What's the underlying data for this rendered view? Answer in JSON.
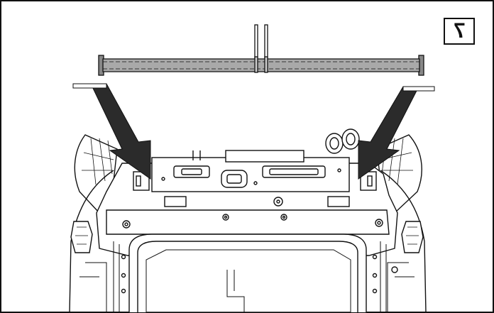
{
  "figure": {
    "step_number": "7",
    "colors": {
      "line": "#111111",
      "bar_fill": "#a9a9a9",
      "arrow_fill": "#2b2b2b",
      "paper": "#ffffff"
    },
    "icons": [
      "step-number-box",
      "rear-bumper-beam",
      "installation-arrow-left",
      "installation-arrow-right",
      "vehicle-rear-underside"
    ]
  }
}
